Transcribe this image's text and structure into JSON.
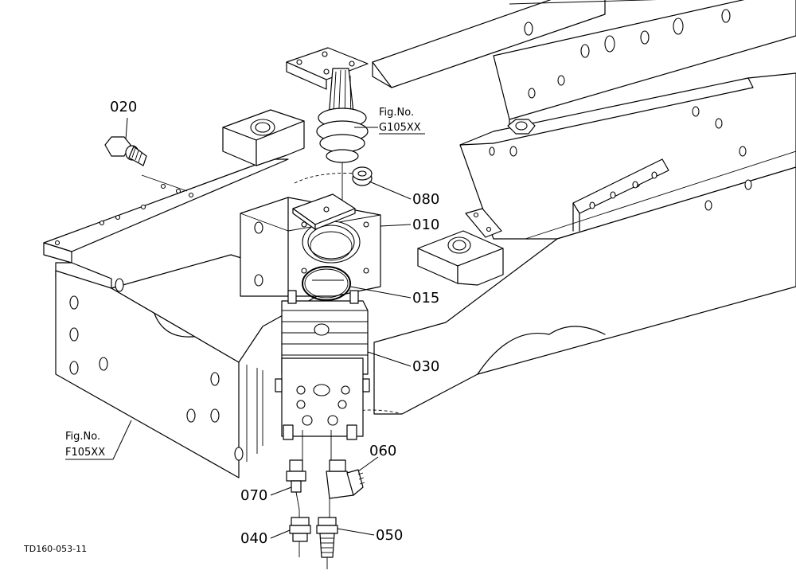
{
  "callouts": {
    "p020": "020",
    "p080": "080",
    "p010": "010",
    "p015": "015",
    "p030": "030",
    "p060": "060",
    "p070": "070",
    "p040": "040",
    "p050": "050"
  },
  "fig_refs": {
    "g105": {
      "prefix": "Fig.No.",
      "code": "G105XX"
    },
    "f105": {
      "prefix": "Fig.No.",
      "code": "F105XX"
    }
  },
  "drawing_code": "TD160-053-11"
}
